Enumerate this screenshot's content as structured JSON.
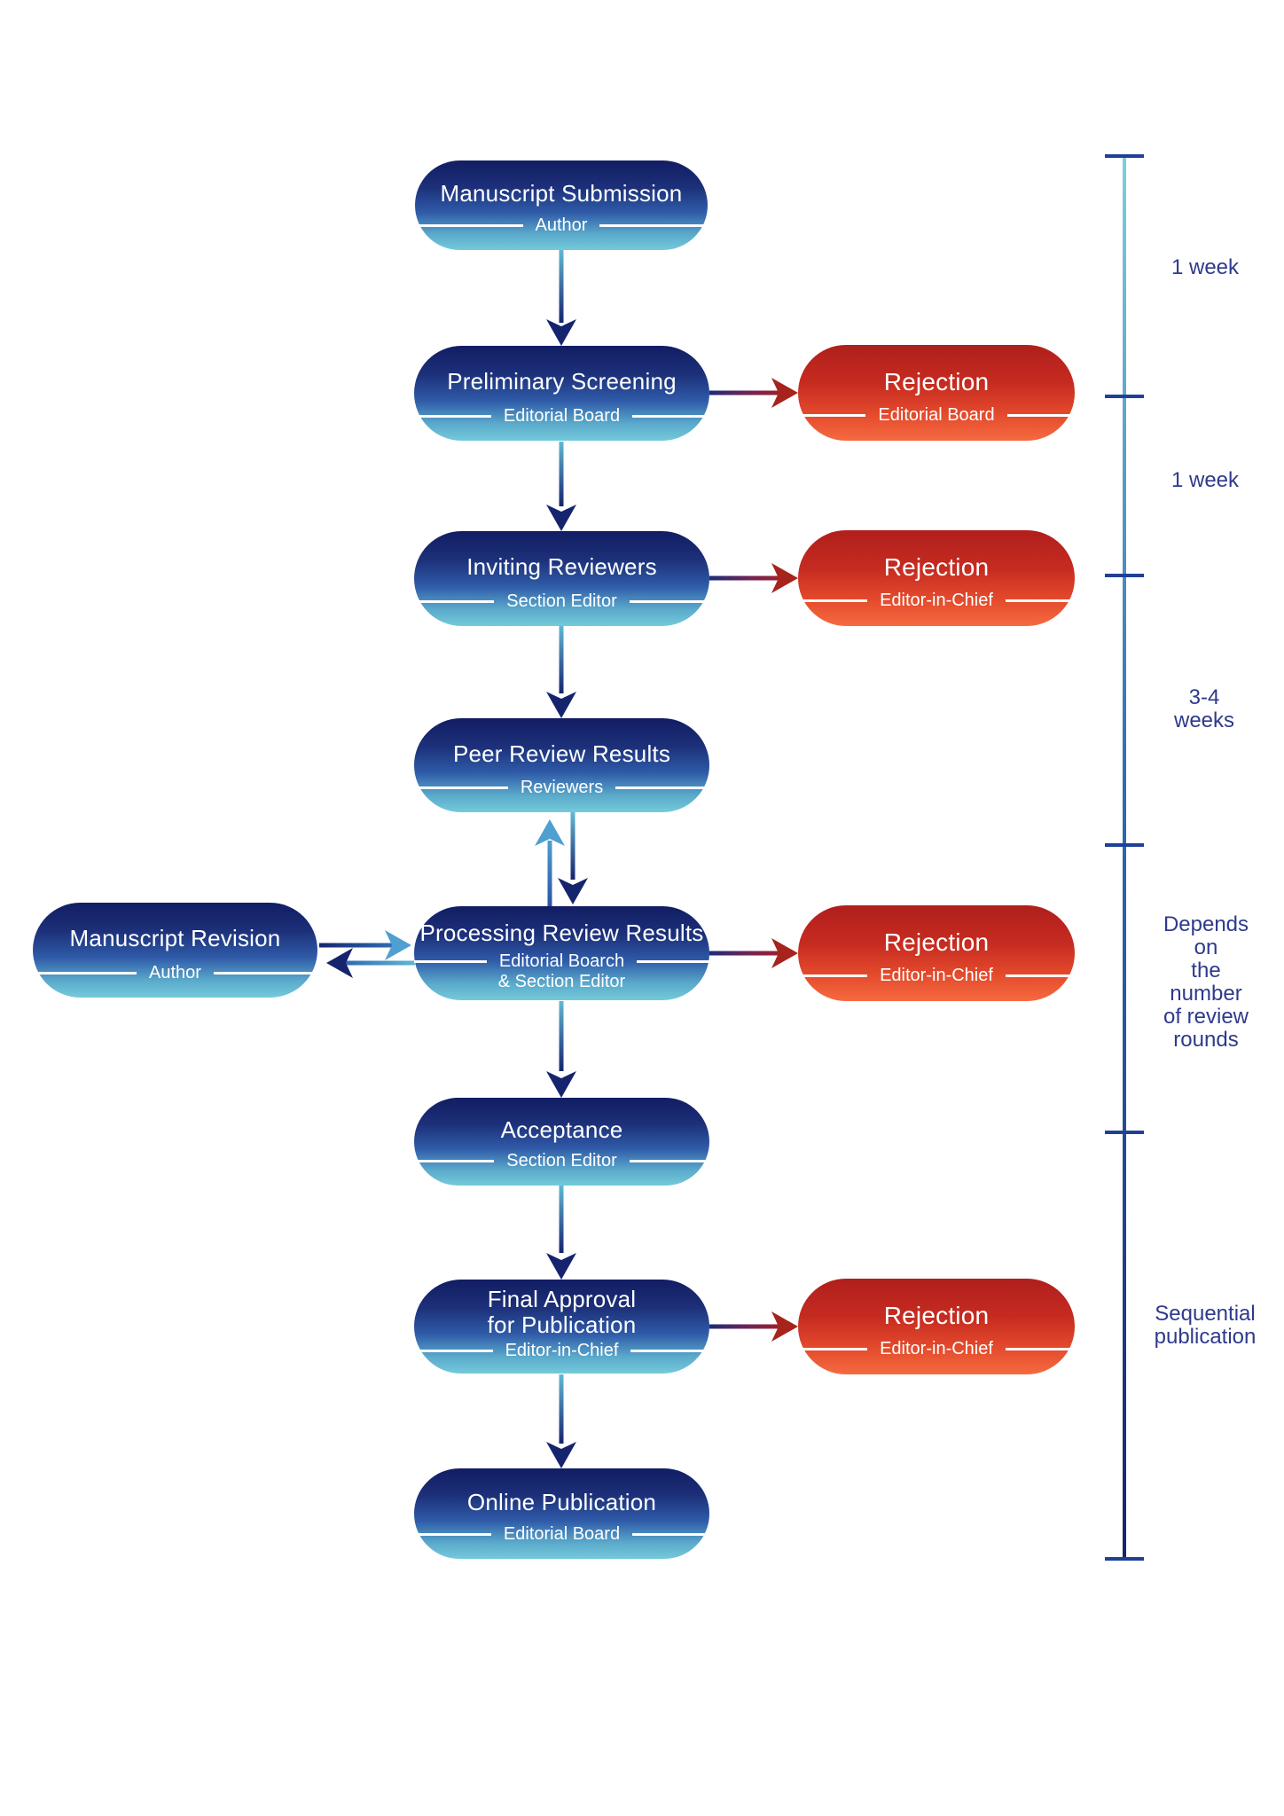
{
  "palette": {
    "node_blue_top": "#121d63",
    "node_blue_bottom": "#74cada",
    "node_red_top": "#b01f1c",
    "node_red_bottom": "#f66a40",
    "arrow_navy": "#16246e",
    "arrow_light_blue": "#4f9fd0",
    "rejection_arrow_red": "#a6241c",
    "timeline_text": "#2e3a8c",
    "node_text": "#ffffff"
  },
  "nodes": [
    {
      "title": "Manuscript Submission",
      "role": "Author"
    },
    {
      "title": "Preliminary Screening",
      "role": "Editorial Board"
    },
    {
      "title": "Inviting Reviewers",
      "role": "Section Editor"
    },
    {
      "title": "Peer Review Results",
      "role": "Reviewers"
    },
    {
      "title": "Processing Review Results",
      "role": "Editorial Boarch",
      "role2": "& Section Editor"
    },
    {
      "title": "Acceptance",
      "role": "Section Editor"
    },
    {
      "title": "Final Approval\nfor Publication",
      "role": "Editor-in-Chief"
    },
    {
      "title": "Online Publication",
      "role": "Editorial Board"
    }
  ],
  "revision_node": {
    "title": "Manuscript Revision",
    "role": "Author"
  },
  "rejections": [
    {
      "title": "Rejection",
      "role": "Editorial Board"
    },
    {
      "title": "Rejection",
      "role": "Editor-in-Chief"
    },
    {
      "title": "Rejection",
      "role": "Editor-in-Chief"
    },
    {
      "title": "Rejection",
      "role": "Editor-in-Chief"
    }
  ],
  "timeline": {
    "labels": [
      "1 week",
      "1 week",
      "3-4 weeks",
      "Depends on\nthe number\nof review rounds",
      "Sequential\npublication"
    ]
  }
}
